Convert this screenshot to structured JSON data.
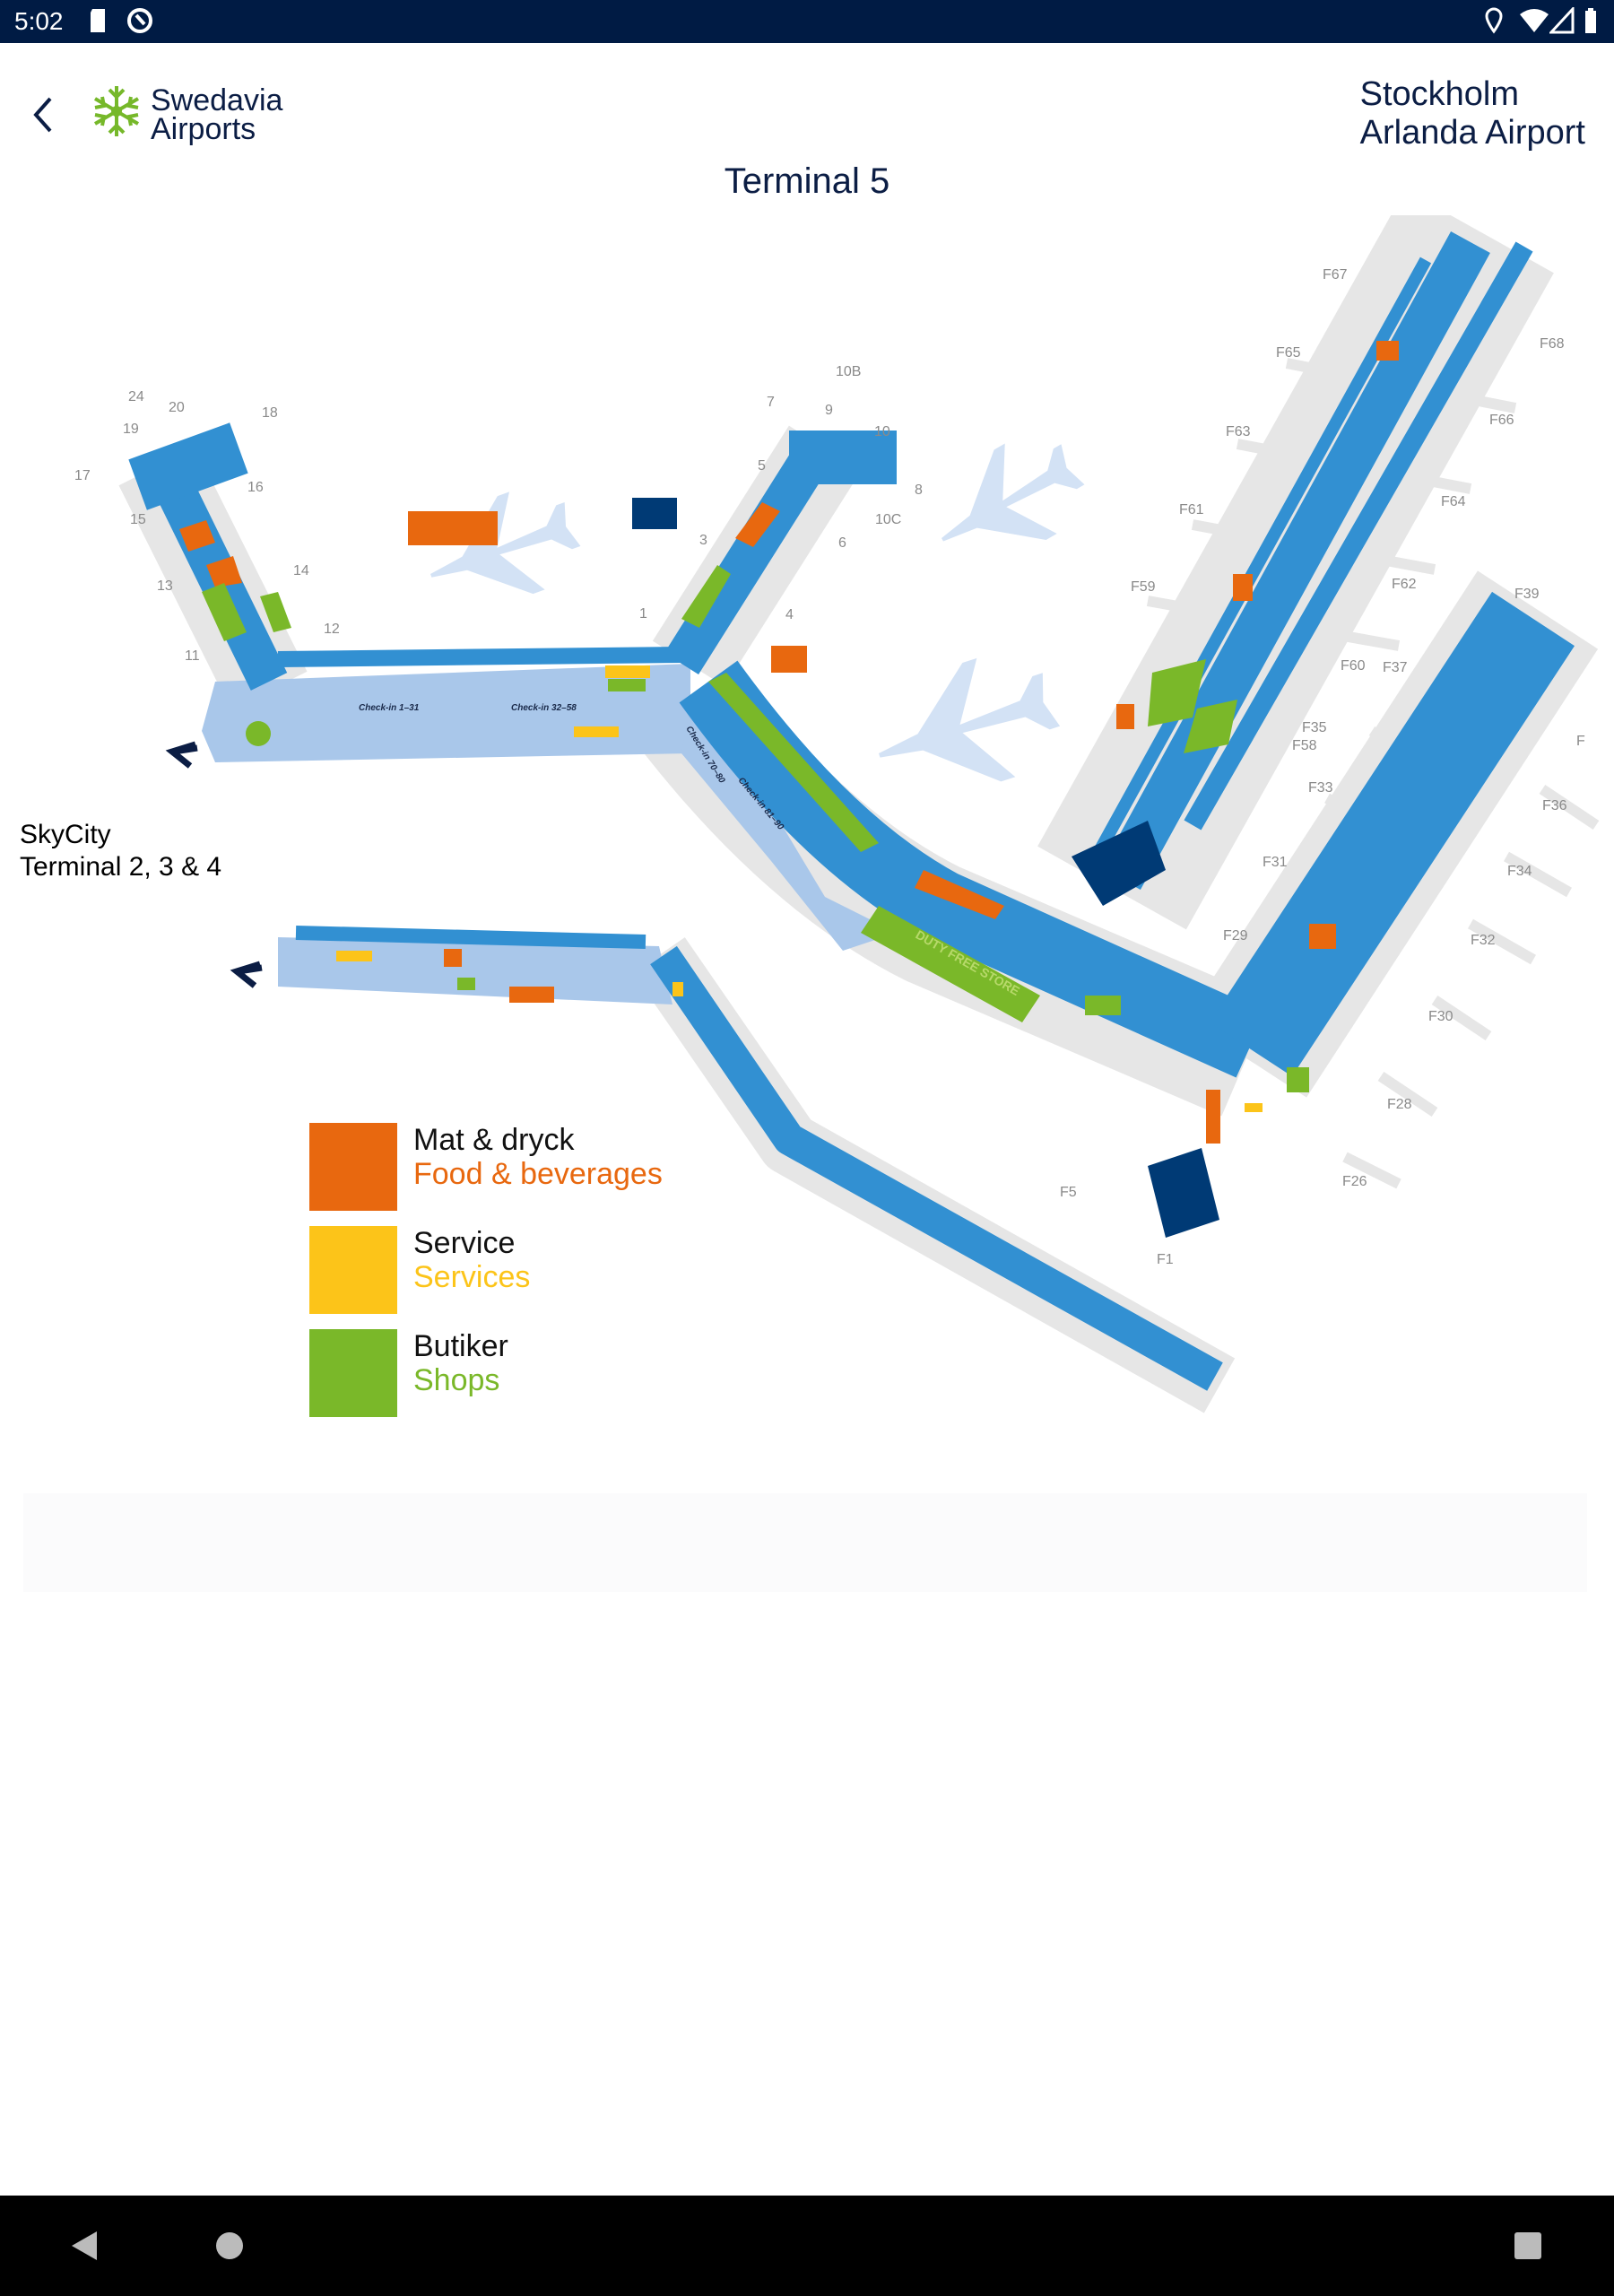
{
  "status_bar": {
    "time": "5:02",
    "icons": [
      "sd-card-icon",
      "sync-icon",
      "location-icon",
      "wifi-icon",
      "signal-icon",
      "battery-icon"
    ]
  },
  "header": {
    "logo_line1": "Swedavia",
    "logo_line2": "Airports",
    "airport_line1": "Stockholm",
    "airport_line2": "Arlanda Airport",
    "title": "Terminal 5"
  },
  "map": {
    "gates": [
      "24",
      "20",
      "18",
      "19",
      "17",
      "16",
      "15",
      "14",
      "13",
      "12",
      "11",
      "1",
      "3",
      "4",
      "5",
      "6",
      "7",
      "8",
      "9",
      "10",
      "10B",
      "10C",
      "F67",
      "F65",
      "F68",
      "F63",
      "F66",
      "F61",
      "F64",
      "F59",
      "F62",
      "F60",
      "F37",
      "F39",
      "F58",
      "F35",
      "F33",
      "F36",
      "F31",
      "F34",
      "F29",
      "F32",
      "F30",
      "F28",
      "F26",
      "F5",
      "F1",
      "F"
    ],
    "checkin": [
      "Check-in 1–31",
      "Check-in 32–58",
      "Check-in 70–80",
      "Check-in 81–90"
    ],
    "duty_free": "DUTY FREE STORE",
    "skycity_line1": "SkyCity",
    "skycity_line2": "Terminal 2, 3 & 4",
    "colors": {
      "corridor": "#3290d2",
      "hall": "#a9c7ea",
      "food": "#e8680f",
      "service": "#fcc419",
      "shops": "#7ab829",
      "dark": "#003a75",
      "plane": "#d3e2f5"
    }
  },
  "legend": [
    {
      "sv": "Mat & dryck",
      "en": "Food & beverages",
      "color": "#e8680f"
    },
    {
      "sv": "Service",
      "en": "Services",
      "color": "#fcc419"
    },
    {
      "sv": "Butiker",
      "en": "Shops",
      "color": "#7ab829"
    }
  ]
}
